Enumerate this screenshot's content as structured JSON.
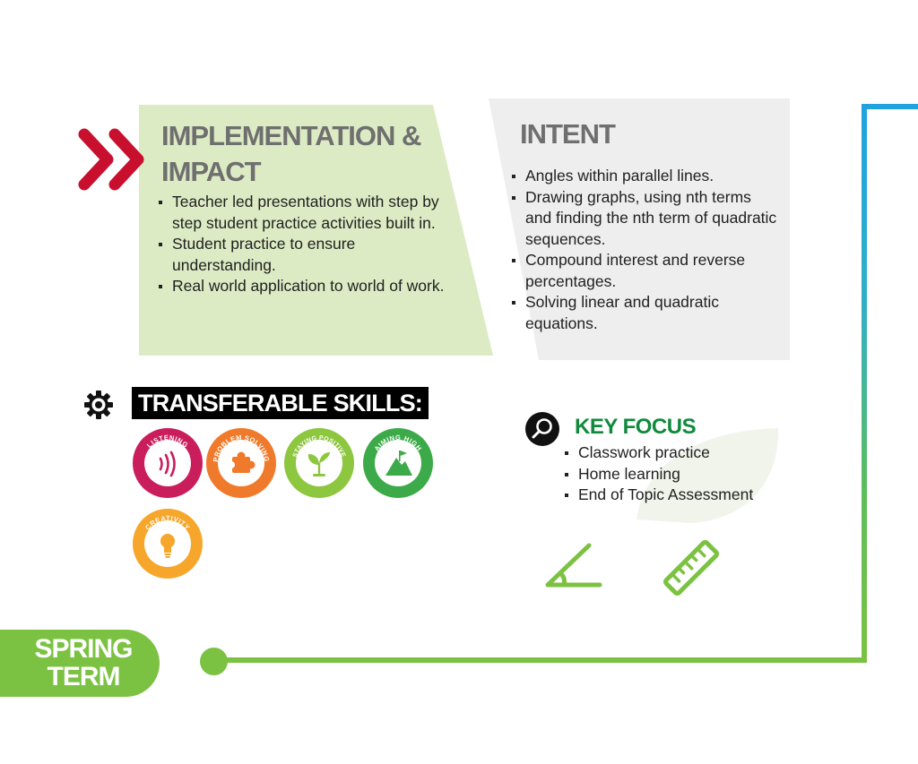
{
  "implementation": {
    "title": "IMPLEMENTATION & IMPACT",
    "items": [
      "Teacher led presentations with step by step student practice activities built in.",
      "Student practice to ensure understanding.",
      "Real world application to world of work."
    ]
  },
  "intent": {
    "title": "INTENT",
    "items": [
      "Angles within parallel lines.",
      "Drawing graphs, using nth terms and finding the nth term of quadratic sequences.",
      "Compound interest and reverse percentages.",
      "Solving linear and quadratic equations."
    ]
  },
  "skills": {
    "title": "TRANSFERABLE SKILLS:",
    "badges": [
      {
        "label": "LISTENING",
        "icon": "sound-waves-icon",
        "ring": "#c91d5c",
        "inner": "#d8336f"
      },
      {
        "label": "PROBLEM SOLVING",
        "icon": "puzzle-piece-icon",
        "ring": "#f07a2b",
        "inner": "#f38a45"
      },
      {
        "label": "STAYING POSITIVE",
        "icon": "seedling-icon",
        "ring": "#8dc63f",
        "inner": "#9dd056"
      },
      {
        "label": "AIMING HIGH",
        "icon": "mountain-flag-icon",
        "ring": "#3daa4a",
        "inner": "#4fb65a"
      },
      {
        "label": "CREATIVITY",
        "icon": "lightbulb-icon",
        "ring": "#f6a72b",
        "inner": "#f8b544"
      }
    ]
  },
  "key_focus": {
    "title": "KEY FOCUS",
    "items": [
      "Classwork practice",
      "Home learning",
      "End of Topic Assessment"
    ]
  },
  "term": {
    "line1": "SPRING",
    "line2": "TERM"
  },
  "colors": {
    "impl_panel": "#dcebc4",
    "intent_panel": "#eeeeee",
    "accent_green": "#7cc242",
    "key_focus_green": "#0f8a3c",
    "chevron_red": "#c8102e",
    "route_blue": "#1fa3e0"
  }
}
